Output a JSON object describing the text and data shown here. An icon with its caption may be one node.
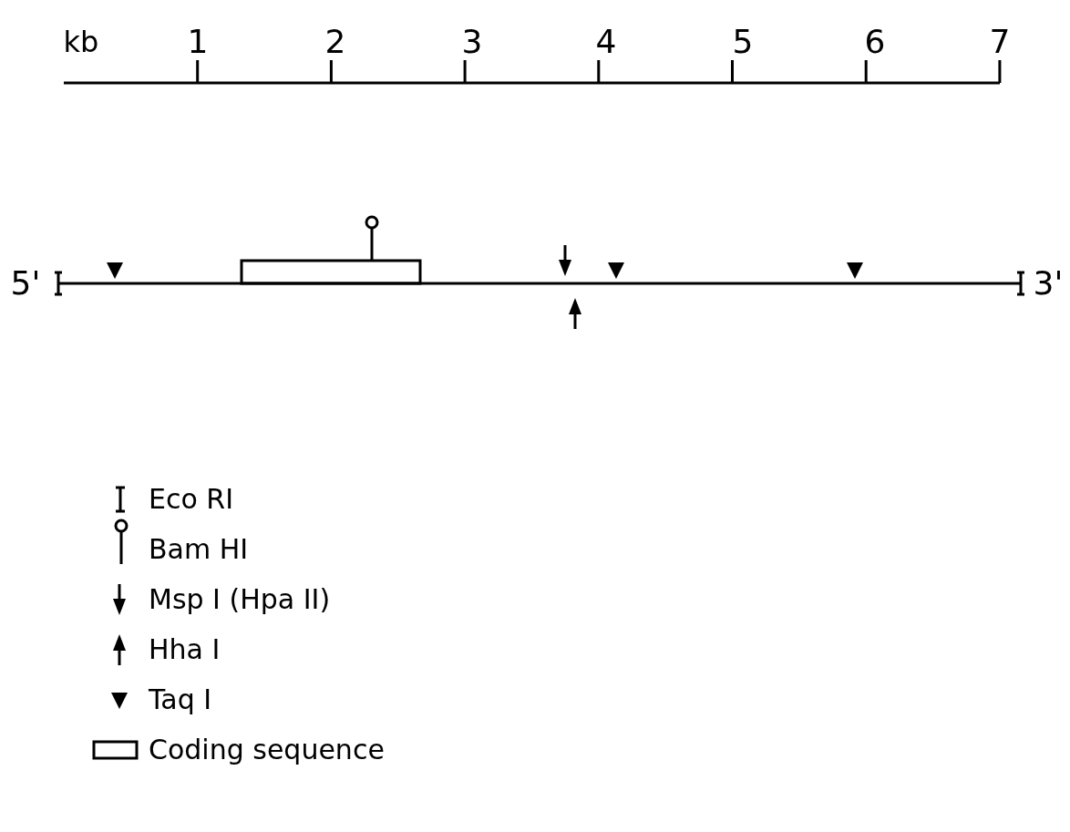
{
  "diagram": {
    "labels": [
      "kb",
      "1",
      "2",
      "3",
      "4",
      "5",
      "6",
      "7",
      "5'",
      "3'"
    ],
    "legend": [
      {
        "text": "Eco RI"
      },
      {
        "text": "Bam HI"
      },
      {
        "text": "Msp I (Hpa II)"
      },
      {
        "text": "Hha I"
      },
      {
        "text": "Taq I"
      },
      {
        "text": "Coding sequence"
      }
    ]
  }
}
